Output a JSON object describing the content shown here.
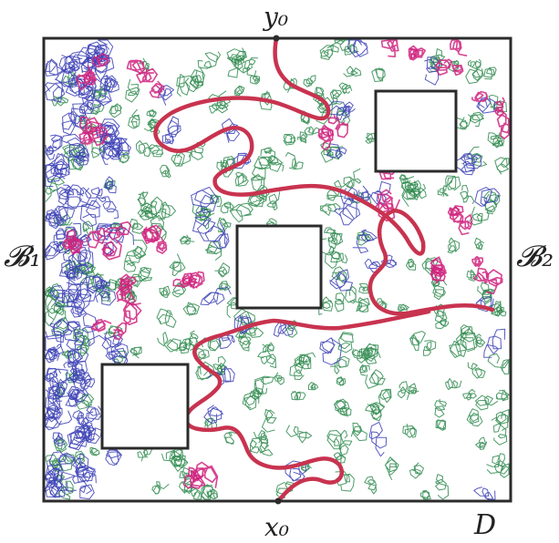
{
  "labels": {
    "y0": "y₀",
    "x0": "x₀",
    "B1": "𝓑₁",
    "B2": "𝓑₂",
    "D": "D"
  },
  "colors": {
    "frame": "#2b2b2b",
    "blue_loops": "#3b3fb5",
    "green_loops": "#2e8a4e",
    "red_path": "#c8334f",
    "magenta_loops": "#d0237e",
    "background": "#ffffff"
  },
  "holes": [
    "top-right",
    "center",
    "bottom-left"
  ]
}
